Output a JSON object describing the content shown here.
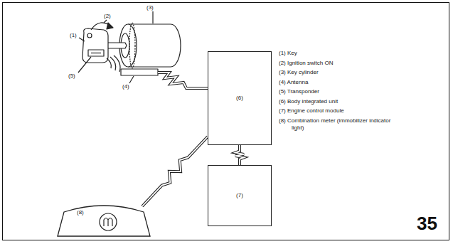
{
  "diagram": {
    "nodes": [
      {
        "text": [
          "(6)"
        ]
      },
      {
        "text": [
          "(7)"
        ]
      },
      {
        "text": [
          "(8)"
        ]
      }
    ],
    "edges": [
      {
        "from": 0,
        "to": 1,
        "arrow": "none"
      },
      {
        "from": 2,
        "to": 0,
        "arrow": "none"
      }
    ],
    "labels": [
      "(1)",
      "(2)",
      "(3)",
      "(4)",
      "(5)",
      "(1) Key",
      "(2) Ignition switch ON",
      "(3) Key cylinder",
      "(4) Antenna",
      "(5) Transponder",
      "(6) Body integrated unit",
      "(7) Engine control module",
      "(8) Combination meter (immobilizer indicator light)",
      "35"
    ]
  }
}
